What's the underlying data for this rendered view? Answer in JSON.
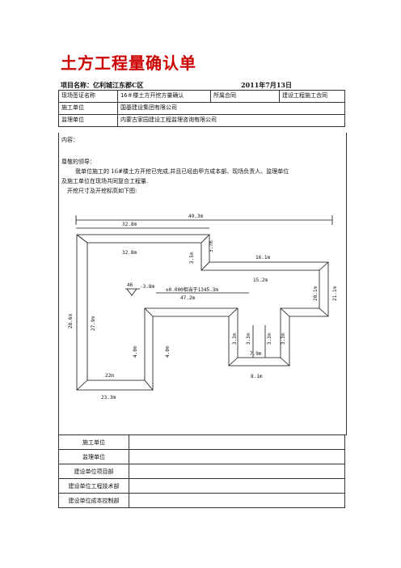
{
  "title": "土方工程量确认单",
  "project_label": "项目名称：亿利城江东郡C区",
  "date": "2011年7月13日",
  "header_rows": [
    {
      "k1": "现场签证名称",
      "v1": "16＃楼土方开挖方量确认",
      "k2": "所属合同",
      "v2": "建设工程施工合同"
    },
    {
      "k1": "施工单位",
      "v1": "国基建设集团有限公司"
    },
    {
      "k1": "监理单位",
      "v1": "内蒙古家园建设工程监理咨询有限公司"
    }
  ],
  "content_label": "内容：",
  "greeting": "尊敬的领导：",
  "body_line1": "我单位施工的 16#楼土方开挖已完成,并且已经由甲方成本部、现场负责人、监理单位",
  "body_line2": "及施工单位在现场共同复合工程量.",
  "body_line3": "开挖尺寸及开挖标高如下图:",
  "drawing_labels": {
    "top_total": "49.3m",
    "top_left": "32.8m",
    "inner_top": "32.8m",
    "d37": "3.7m",
    "d35": "3.5m",
    "r161": "16.1m",
    "r152": "15.2m",
    "right_inner": "20.1m",
    "right_outer": "21.1m",
    "elev_mark": "-3.8m",
    "elevation": "±0.000相当于1345.3m",
    "w472": "47.2m",
    "left_outer": "28.6m",
    "left_inner": "27.9m",
    "d40a": "4.0m",
    "d40b": "4.0m",
    "d33a": "3.3m",
    "d33b": "3.3m",
    "d33c": "3.3m",
    "d33d": "3.3m",
    "b79": "7.9m",
    "b81": "8.1m",
    "b22": "22m",
    "b233": "23.3m",
    "mark": "46"
  },
  "sign_rows": [
    "施工单位",
    "监理单位",
    "建设单位项目部",
    "建设单位工程技术部",
    "建设单位成本控制部"
  ]
}
